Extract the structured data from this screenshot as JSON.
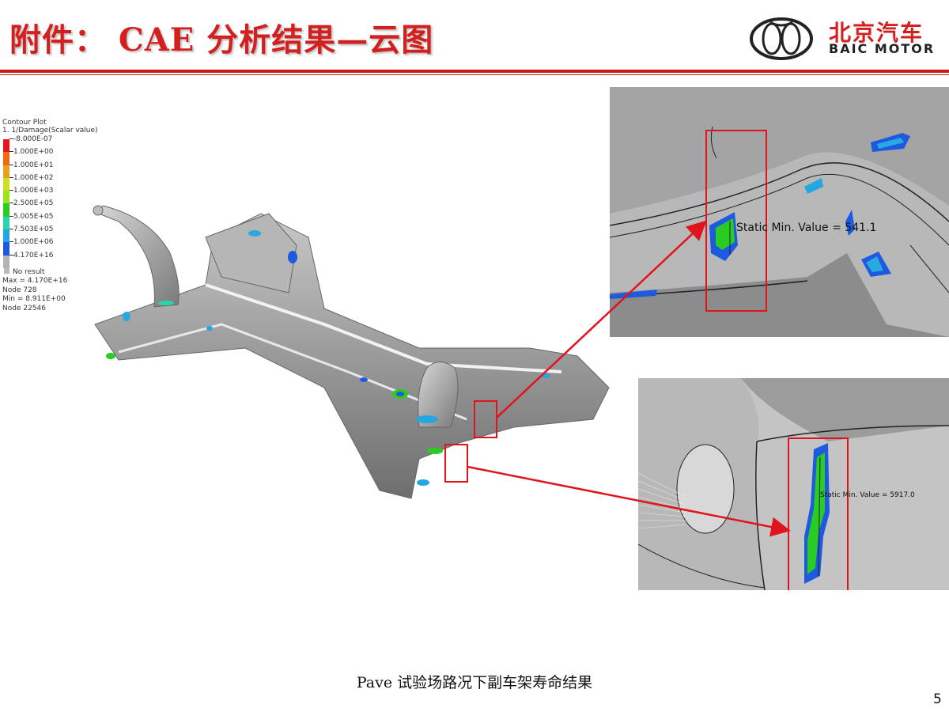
{
  "header": {
    "title": "附件： CAE 分析结果—云图",
    "logo_cn": "北京汽车",
    "logo_en": "BAIC MOTOR"
  },
  "legend": {
    "plot_title": "Contour Plot",
    "plot_subtitle": "1.    1/Damage(Scalar value)",
    "levels": [
      {
        "label": "-8.000E-07",
        "color": "#e8141c"
      },
      {
        "label": "1.000E+00",
        "color": "#f06a12"
      },
      {
        "label": "1.000E+01",
        "color": "#e8a020"
      },
      {
        "label": "1.000E+02",
        "color": "#cfe020"
      },
      {
        "label": "1.000E+03",
        "color": "#9ee21a"
      },
      {
        "label": "2.500E+05",
        "color": "#28cc22"
      },
      {
        "label": "5.005E+05",
        "color": "#2ad6a8"
      },
      {
        "label": "7.503E+05",
        "color": "#26a6e0"
      },
      {
        "label": "1.000E+06",
        "color": "#1e5ae0"
      },
      {
        "label": "4.170E+16",
        "color": "#b4b4b4"
      }
    ],
    "no_result": "No result",
    "max": "Max = 4.170E+16",
    "max_node": "Node 728",
    "min": "Min = 8.911E+00",
    "min_node": "Node 22546"
  },
  "insets": {
    "top_label": "Static Min. Value = 541.1",
    "bottom_label": "Static Min. Value = 5917.0"
  },
  "caption": "Pave 试验场路况下副车架寿命结果",
  "page_number": "5"
}
